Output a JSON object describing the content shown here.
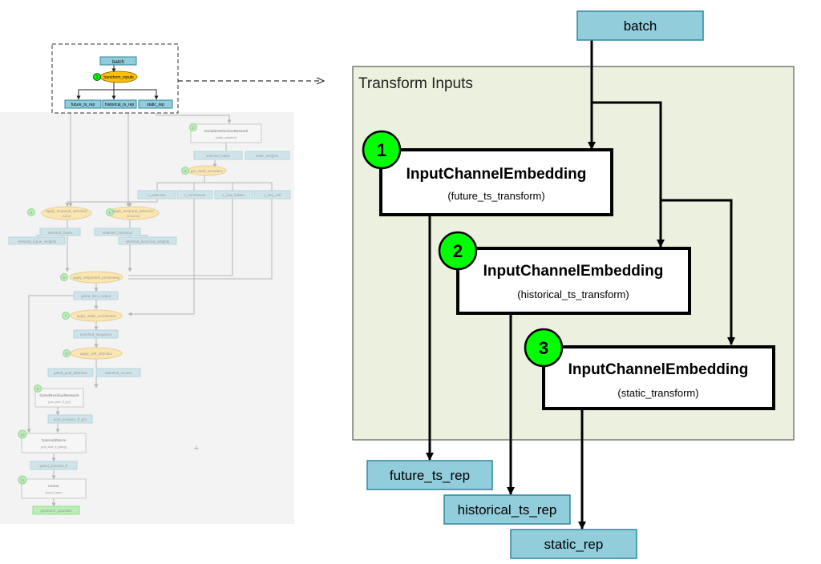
{
  "colors": {
    "node_fill": "#92cddc",
    "node_border": "#31859c",
    "group_fill": "#ebf1de",
    "group_border": "#595959",
    "badge_fill": "#00ff00",
    "faded_node": "#cfe4ea",
    "faded_oval": "#fbe6b2",
    "faded_badge": "#b8ecb8",
    "faded_green": "#b8f0b8",
    "highlight_oval": "#ffc000"
  },
  "main": {
    "batch_label": "batch",
    "group_title": "Transform Inputs",
    "embeddings": [
      {
        "badge": "1",
        "title": "InputChannelEmbedding",
        "subtitle": "(future_ts_transform)"
      },
      {
        "badge": "2",
        "title": "InputChannelEmbedding",
        "subtitle": "(historical_ts_transform)"
      },
      {
        "badge": "3",
        "title": "InputChannelEmbedding",
        "subtitle": "(static_transform)"
      }
    ],
    "outputs": [
      "future_ts_rep",
      "historical_ts_rep",
      "static_rep"
    ]
  },
  "thumbnail": {
    "batch": "batch",
    "transform": {
      "badge": "1",
      "label": "transform_inputs"
    },
    "reps": [
      "future_ts_rep",
      "historical_ts_rep",
      "static_rep"
    ],
    "vsn": {
      "badge": "2",
      "label": "VariableSelectionNetwork",
      "sub": "(static_selection)"
    },
    "vsn_outputs": [
      "selected_static",
      "static_weights"
    ],
    "static_enc": {
      "badge": "3",
      "label": "get_static_encoders"
    },
    "static_enc_outputs": [
      "c_selection",
      "c_enrichment",
      "c_seq_hidden",
      "c_seq_cell"
    ],
    "temporal": [
      {
        "badge": "4",
        "label": "apply_temporal_selection",
        "sub": "(future)"
      },
      {
        "badge": "5",
        "label": "apply_temporal_selection",
        "sub": "(historical)"
      }
    ],
    "temporal_outputs": [
      "selected_future",
      "selected_historical"
    ],
    "temporal_weights": [
      "selected_future_weights",
      "selected_historical_weights"
    ],
    "seq": {
      "badge": "6",
      "label": "apply_sequential_processing"
    },
    "gated_lstm": "gated_lstm_output",
    "enrich": {
      "badge": "7",
      "label": "apply_static_enrichment"
    },
    "enriched": "enriched_sequence",
    "attn": {
      "badge": "8",
      "label": "apply_self_attention"
    },
    "attn_outputs": [
      "gated_post_attention",
      "attention_scores"
    ],
    "grn": {
      "badge": "9",
      "label": "GatedResidualNetwork",
      "sub": "(pos_wise_ff_grn)"
    },
    "grn_out": "post_poswise_ff_grn",
    "gan": {
      "badge": "10",
      "label": "GateAddNorm",
      "sub": "(pos_wise_ff_gating)"
    },
    "gan_out": "gated_poswise_ff",
    "linear": {
      "badge": "11",
      "label": "Linear",
      "sub": "(output_layer)"
    },
    "final": "predicted_quantiles"
  }
}
